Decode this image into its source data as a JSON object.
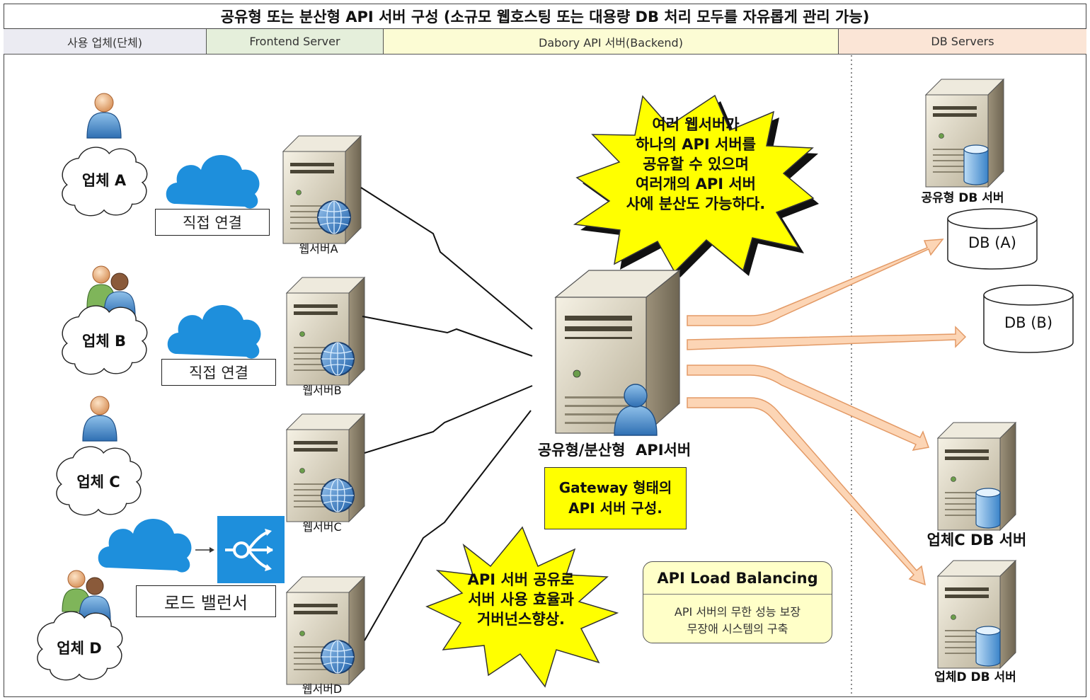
{
  "title": "공유형 또는 분산형 API 서버 구성 (소규모 웹호스팅 또는 대용량 DB 처리 모두를 자유롭게 관리 가능)",
  "lanes": [
    {
      "label": "사용 업체(단체)",
      "color": "#ebebf2"
    },
    {
      "label": "Frontend Server",
      "color": "#e5efdb"
    },
    {
      "label": "Dabory API 서버(Backend)",
      "color": "#fcfcd4"
    },
    {
      "label": "DB Servers",
      "color": "#fbe5d6"
    }
  ],
  "clients": {
    "a": "업체 A",
    "b": "업체 B",
    "c": "업체 C",
    "d": "업체 D"
  },
  "connections": {
    "direct_a": "직접 연결",
    "direct_b": "직접 연결",
    "load_balancer": "로드 밸런서"
  },
  "web_servers": {
    "a": "웹서버A",
    "b": "웹서버B",
    "c": "웹서버C",
    "d": "웹서버D"
  },
  "api_server": {
    "label": "공유형/분산형  API서버",
    "gateway_line1": "Gateway 형태의",
    "gateway_line2": "API 서버 구성."
  },
  "callout_top": [
    "여러 웹서버가",
    "하나의 API 서버를",
    "공유할 수 있으며",
    "여러개의 API 서버",
    "사에 분산도 가능하다."
  ],
  "callout_bottom": [
    "API 서버 공유로",
    "서버 사용 효율과",
    "거버넌스향상."
  ],
  "load_balancing": {
    "title": "API Load Balancing",
    "line1": "API 서버의 무한 성능 보장",
    "line2": "무장애 시스템의 구축"
  },
  "db": {
    "shared": "공유형 DB 서버",
    "db_a": "DB (A)",
    "db_b": "DB (B)",
    "company_c": "업체C DB 서버",
    "company_d": "업체D DB 서버"
  },
  "colors": {
    "cloud": "#1e8fdc",
    "arrow_fill": "#fcd5b5",
    "arrow_stroke": "#e8a070",
    "server_body": "#ddd6c0",
    "callout": "#ffff00",
    "lb_icon": "#1e8fdc"
  }
}
